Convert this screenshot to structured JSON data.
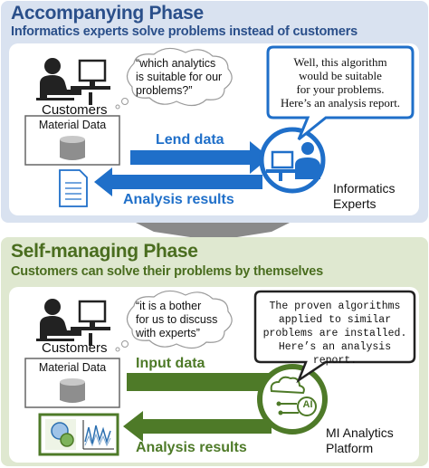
{
  "accompanying": {
    "title": "Accompanying Phase",
    "subtitle": "Informatics experts solve problems instead of customers",
    "customer_quote": "“which analytics\nis suitable for our\nproblems?”",
    "customers_label": "Customers",
    "material_label": "Material Data",
    "expert_quote": "Well, this algorithm\nwould be suitable\nfor your problems.\nHere’s an analysis report.",
    "lend_label": "Lend data",
    "results_label": "Analysis results",
    "experts_label": "Informatics\nExperts"
  },
  "self_managing": {
    "title": "Self-managing Phase",
    "subtitle": "Customers can solve their problems by themselves",
    "customer_quote": "“it is a bother\nfor us to discuss\nwith experts”",
    "customers_label": "Customers",
    "material_label": "Material Data",
    "platform_quote": "The proven algorithms\napplied to similar\nproblems are installed.\nHere’s an analysis report.",
    "input_label": "Input data",
    "results_label": "Analysis results",
    "platform_label": "MI Analytics\nPlatform",
    "ai_badge": "AI"
  },
  "colors": {
    "blue_accent": "#1f6fc9",
    "blue_title": "#2a4f8a",
    "green_accent": "#4e7a28",
    "green_title": "#4a6d1f",
    "top_panel": "#d9e2f0",
    "bottom_panel": "#dfe8d0"
  },
  "icons": [
    "person-at-computer-icon",
    "database-cylinder-icon",
    "document-icon",
    "expert-circle-icon",
    "ai-platform-icon",
    "analysis-charts-icon",
    "down-chevron-icon"
  ]
}
